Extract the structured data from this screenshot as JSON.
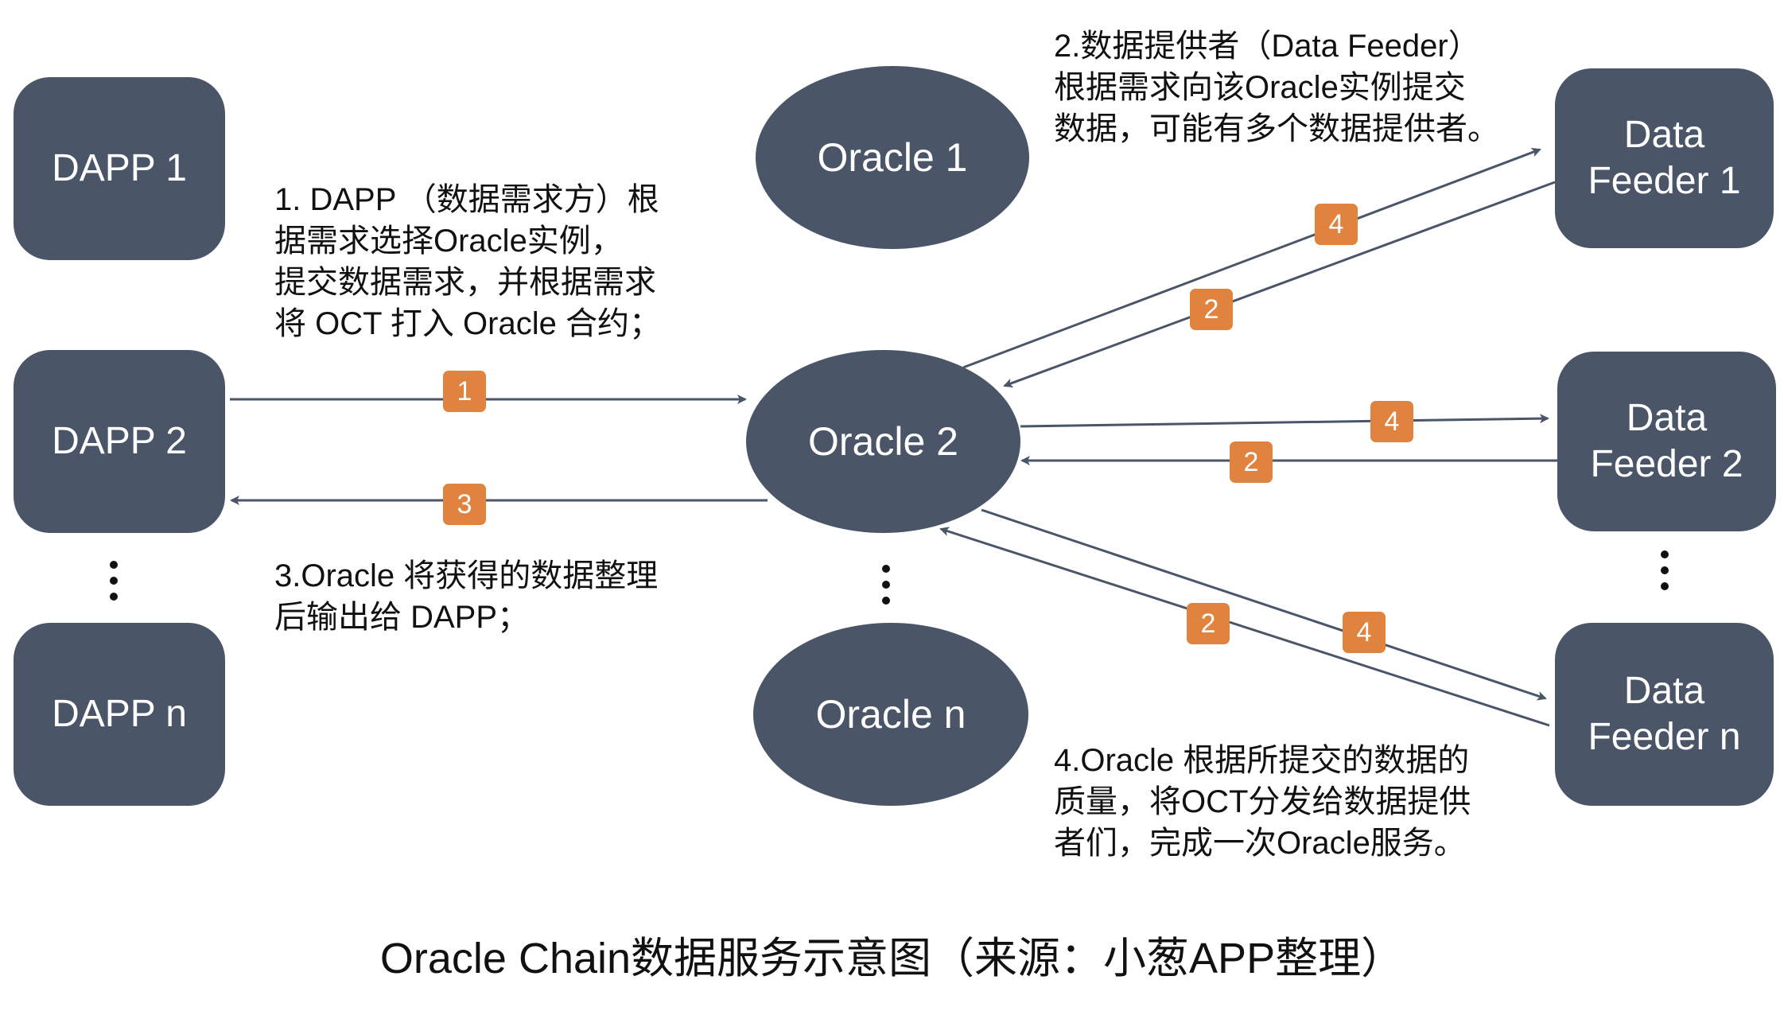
{
  "title": "Oracle Chain数据服务示意图",
  "caption": "Oracle Chain数据服务示意图（来源：小葱APP整理）",
  "colors": {
    "node": "#4a5568",
    "badge": "#e0833f",
    "arrow": "#4a5568",
    "text": "#111111"
  },
  "dapps": [
    {
      "label": "DAPP 1"
    },
    {
      "label": "DAPP 2"
    },
    {
      "label": "DAPP n"
    }
  ],
  "oracles": [
    {
      "label": "Oracle 1"
    },
    {
      "label": "Oracle 2"
    },
    {
      "label": "Oracle n"
    }
  ],
  "feeders": [
    {
      "line1": "Data",
      "line2": "Feeder 1"
    },
    {
      "line1": "Data",
      "line2": "Feeder 2"
    },
    {
      "line1": "Data",
      "line2": "Feeder n"
    }
  ],
  "steps": {
    "step1": "1. DAPP （数据需求方）根\n据需求选择Oracle实例，\n提交数据需求，并根据需求\n将 OCT 打入 Oracle 合约；",
    "step2": "2.数据提供者（Data Feeder）\n根据需求向该Oracle实例提交\n数据，可能有多个数据提供者。",
    "step3": "3.Oracle 将获得的数据整理\n后输出给 DAPP；",
    "step4": "4.Oracle 根据所提交的数据的\n质量，将OCT分发给数据提供\n者们，完成一次Oracle服务。"
  },
  "edges": [
    {
      "from": "DAPP 2",
      "to": "Oracle 2",
      "step": "1"
    },
    {
      "from": "Oracle 2",
      "to": "DAPP 2",
      "step": "3"
    },
    {
      "from": "Oracle 2",
      "to": "Data Feeder 1",
      "step": "4"
    },
    {
      "from": "Data Feeder 1",
      "to": "Oracle 2",
      "step": "2"
    },
    {
      "from": "Oracle 2",
      "to": "Data Feeder 2",
      "step": "4"
    },
    {
      "from": "Data Feeder 2",
      "to": "Oracle 2",
      "step": "2"
    },
    {
      "from": "Oracle 2",
      "to": "Data Feeder n",
      "step": "4"
    },
    {
      "from": "Data Feeder n",
      "to": "Oracle 2",
      "step": "2"
    }
  ]
}
